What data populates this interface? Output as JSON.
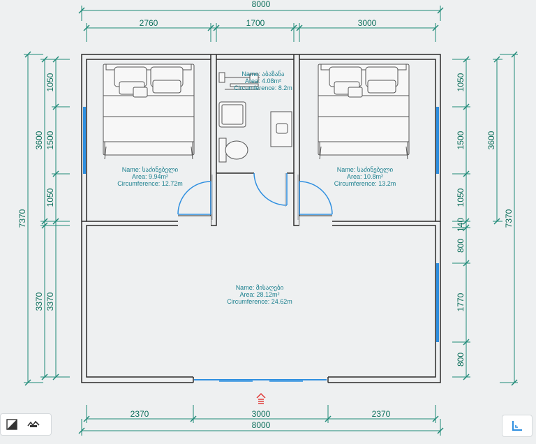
{
  "dims": {
    "top_total": "8000",
    "top_1": "2760",
    "top_2": "1700",
    "top_3": "3000",
    "bottom_1": "2370",
    "bottom_2": "3000",
    "bottom_3": "2370",
    "bottom_total": "8000",
    "left_total": "7370",
    "left_upper": "3600",
    "left_lower": "3370",
    "left_inner_1": "1050",
    "left_inner_2": "1500",
    "left_inner_3": "1050",
    "left_inner_4": "3370",
    "right_inner_1": "1050",
    "right_inner_2": "1500",
    "right_inner_3": "1050",
    "right_inner_4": "140",
    "right_inner_5": "800",
    "right_inner_6": "1770",
    "right_inner_7": "800",
    "right_upper": "3600",
    "right_total": "7370"
  },
  "rooms": {
    "bedroom_left": {
      "name": "Name: საძინებელი",
      "area": "Area: 9.94m²",
      "circ": "Circumference: 12.72m"
    },
    "bath": {
      "name": "Name: აბაზანა",
      "area": "Area: 4.08m²",
      "circ": "Circumference: 8.2m"
    },
    "bedroom_right": {
      "name": "Name: საძინებელი",
      "area": "Area: 10.8m²",
      "circ": "Circumference: 13.2m"
    },
    "living": {
      "name": "Name: მისაღები",
      "area": "Area: 28.12m²",
      "circ": "Circumference: 24.62m"
    }
  },
  "colors": {
    "dimension": "#0b6e5a",
    "room_label": "#1a7f8e",
    "wall": "#2b2b2b",
    "opening": "#2e8fe0",
    "entrance": "#e0312f"
  },
  "icons": {
    "fill_toggle": "half-square-icon",
    "wall_mode": "wall-tool-icon",
    "corner_tool": "corner-icon",
    "entrance": "entrance-arrow-icon"
  }
}
